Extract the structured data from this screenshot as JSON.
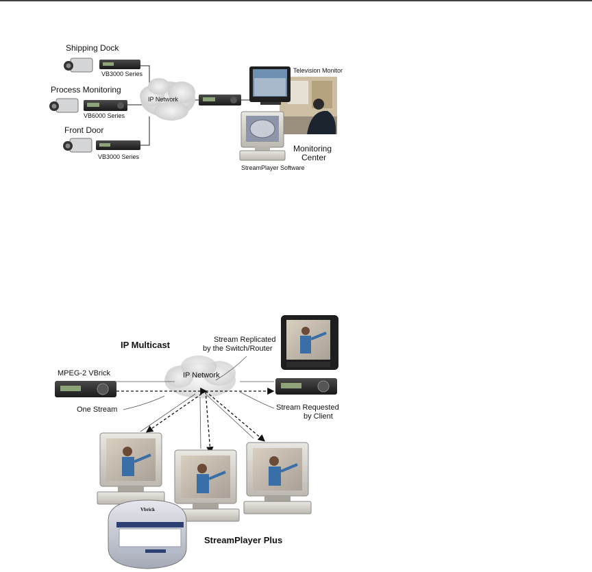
{
  "diagram1": {
    "shipping_dock": "Shipping Dock",
    "process_monitoring": "Process Monitoring",
    "front_door": "Front Door",
    "vb3000_a": "VB3000 Series",
    "vb6000": "VB6000 Series",
    "vb3000_b": "VB3000 Series",
    "ip_network": "IP Network",
    "television_monitor": "Television Monitor",
    "monitoring_center_line1": "Monitoring",
    "monitoring_center_line2": "Center",
    "streamplayer_software": "StreamPlayer Software"
  },
  "diagram2": {
    "ip_multicast": "IP Multicast",
    "stream_replicated_line1": "Stream Replicated",
    "stream_replicated_line2": "by the Switch/Router",
    "mpeg2_vbrick": "MPEG-2 VBrick",
    "ip_network": "IP Network",
    "one_stream": "One Stream",
    "stream_requested_line1": "Stream Requested",
    "stream_requested_line2": "by Client",
    "streamplayer_plus": "StreamPlayer Plus",
    "logo_text": "Vbrick"
  }
}
